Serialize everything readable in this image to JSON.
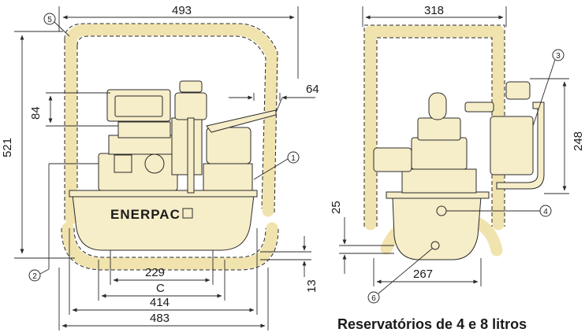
{
  "colors": {
    "frame": "#f1e3ad",
    "body": "#f6edc9",
    "line": "#2b2b2b"
  },
  "brand_label": "ENERPAC",
  "caption": "Reservatórios de 4 e 8 litros",
  "dimensions": {
    "front_width_top": "493",
    "front_height": "521",
    "front_top_84": "84",
    "front_right_64": "64",
    "front_inner_229": "229",
    "front_inner_c": "C",
    "front_414": "414",
    "front_483": "483",
    "front_13": "13",
    "side_width_top": "318",
    "side_248": "248",
    "side_25": "25",
    "side_267": "267"
  },
  "callouts": [
    "1",
    "2",
    "4",
    "5",
    "3",
    "6"
  ]
}
